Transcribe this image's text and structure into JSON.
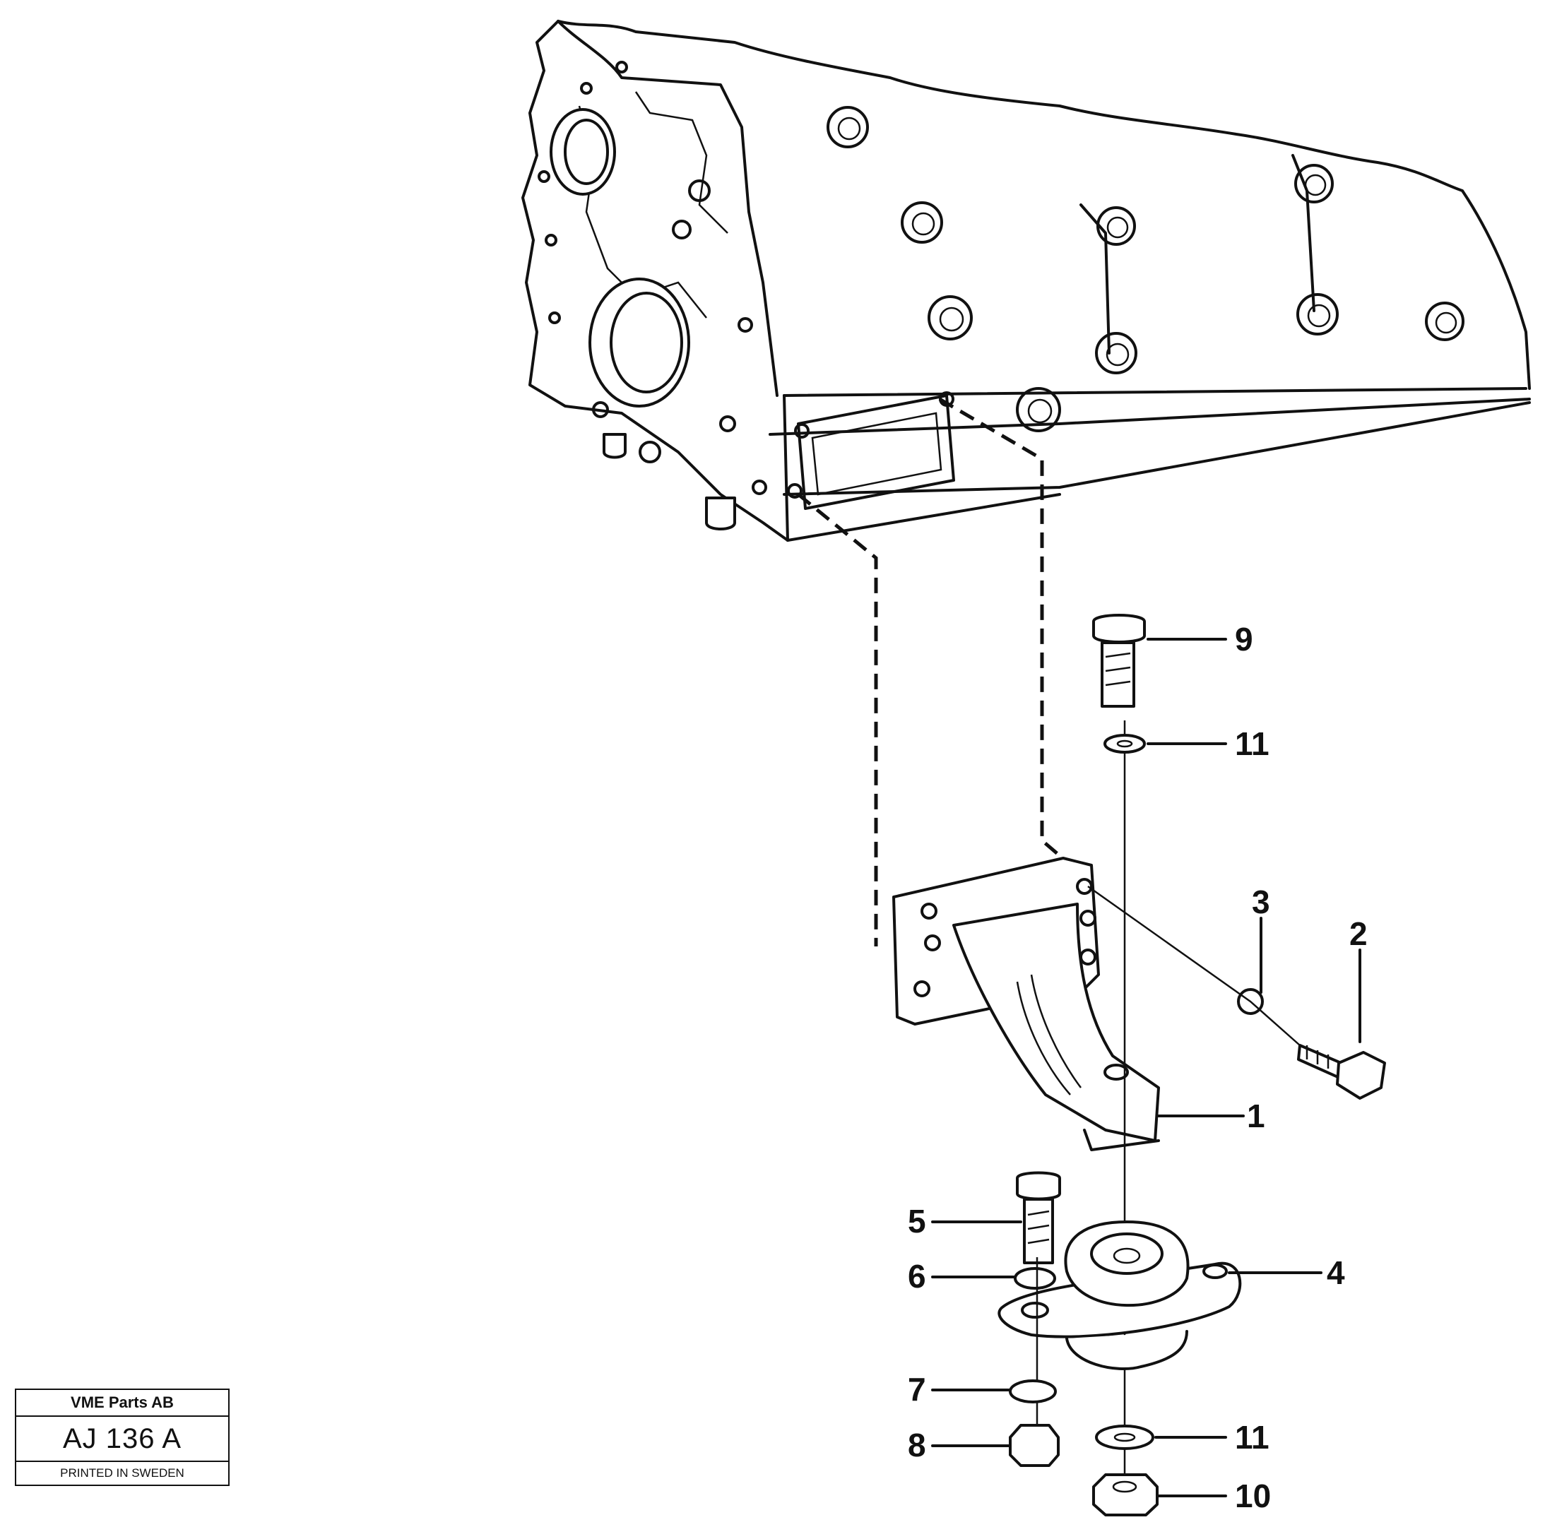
{
  "callouts": [
    {
      "num": "1"
    },
    {
      "num": "2"
    },
    {
      "num": "3"
    },
    {
      "num": "4"
    },
    {
      "num": "5"
    },
    {
      "num": "6"
    },
    {
      "num": "7"
    },
    {
      "num": "8"
    },
    {
      "num": "9"
    },
    {
      "num": "10"
    },
    {
      "num": "11"
    },
    {
      "num": "11"
    }
  ],
  "stamp": {
    "company": "VME Parts AB",
    "code": "AJ 136  A",
    "printed": "PRINTED IN SWEDEN"
  }
}
